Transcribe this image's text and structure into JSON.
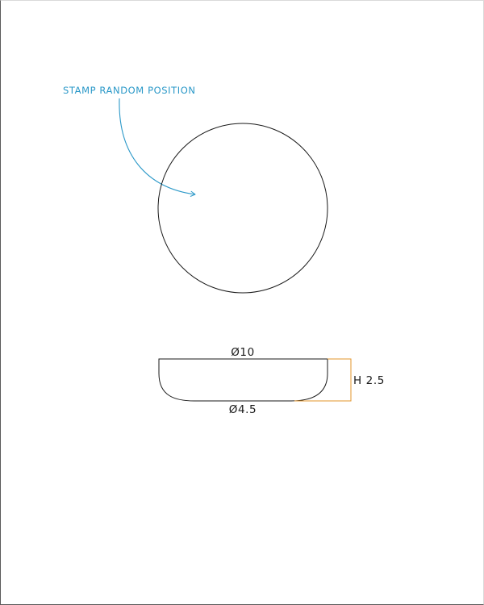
{
  "annotation": {
    "text": "STAMP RANDOM POSITION",
    "color": "#2a98c8"
  },
  "dimensions": {
    "top_diameter": "Ø10",
    "bottom_diameter": "Ø4.5",
    "height": "H 2.5"
  },
  "colors": {
    "line": "#1a1a1a",
    "height_indicator": "#e3952b",
    "annotation": "#2a98c8"
  }
}
